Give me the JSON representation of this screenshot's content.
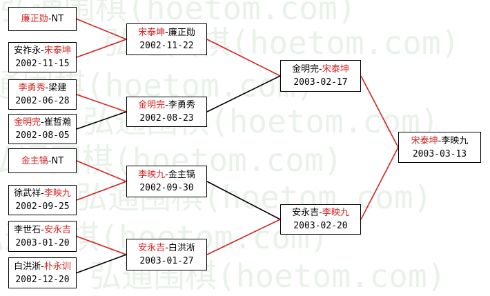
{
  "watermark": "弘通围棋(hoetom.com)",
  "colors": {
    "winner": "#d42020",
    "loser": "#000000",
    "border": "#000000"
  },
  "matches": [
    {
      "id": "r1m1",
      "pos": [
        12,
        10,
        111,
        45
      ],
      "p1": "廉正勋",
      "p2": "NT",
      "winner": 1,
      "date": "",
      "line": "red"
    },
    {
      "id": "r1m2",
      "pos": [
        12,
        61,
        111,
        105
      ],
      "p1": "安祚永",
      "p2": "宋泰坤",
      "winner": 2,
      "date": "2002-11-15",
      "line": "red"
    },
    {
      "id": "r1m3",
      "pos": [
        12,
        115,
        111,
        159
      ],
      "p1": "李勇秀",
      "p2": "梁建",
      "winner": 1,
      "date": "2002-06-28",
      "line": "red"
    },
    {
      "id": "r1m4",
      "pos": [
        12,
        165,
        111,
        209
      ],
      "p1": "金明完",
      "p2": "崔哲瀚",
      "winner": 1,
      "date": "2002-08-05",
      "line": "black"
    },
    {
      "id": "r1m5",
      "pos": [
        12,
        215,
        111,
        251
      ],
      "p1": "金主镐",
      "p2": "NT",
      "winner": 1,
      "date": "",
      "line": "red"
    },
    {
      "id": "r1m6",
      "pos": [
        12,
        268,
        111,
        312
      ],
      "p1": "徐武祥",
      "p2": "李映九",
      "winner": 2,
      "date": "2002-09-25",
      "line": "red"
    },
    {
      "id": "r1m7",
      "pos": [
        12,
        320,
        111,
        365
      ],
      "p1": "李世石",
      "p2": "安永吉",
      "winner": 2,
      "date": "2003-01-20",
      "line": "red"
    },
    {
      "id": "r1m8",
      "pos": [
        12,
        373,
        111,
        418
      ],
      "p1": "白洪淅",
      "p2": "朴永训",
      "winner": 2,
      "date": "2002-12-20",
      "line": "black"
    },
    {
      "id": "r2m1",
      "pos": [
        183,
        34,
        300,
        80
      ],
      "p1": "宋泰坤",
      "p2": "廉正勋",
      "winner": 1,
      "date": "2002-11-22",
      "line": "red"
    },
    {
      "id": "r2m2",
      "pos": [
        183,
        140,
        300,
        184
      ],
      "p1": "金明完",
      "p2": "李勇秀",
      "winner": 1,
      "date": "2002-08-23",
      "line": "black"
    },
    {
      "id": "r2m3",
      "pos": [
        183,
        240,
        300,
        286
      ],
      "p1": "李映九",
      "p2": "金主镐",
      "winner": 1,
      "date": "2002-09-30",
      "line": "black"
    },
    {
      "id": "r2m4",
      "pos": [
        183,
        346,
        300,
        392
      ],
      "p1": "安永吉",
      "p2": "白洪淅",
      "winner": 1,
      "date": "2003-01-27",
      "line": "red"
    },
    {
      "id": "r3m1",
      "pos": [
        406,
        87,
        523,
        133
      ],
      "p1": "金明完",
      "p2": "宋泰坤",
      "winner": 2,
      "date": "2003-02-17",
      "line": "red"
    },
    {
      "id": "r3m2",
      "pos": [
        406,
        296,
        523,
        340
      ],
      "p1": "安永吉",
      "p2": "李映九",
      "winner": 2,
      "date": "2003-02-20",
      "line": "red"
    },
    {
      "id": "final",
      "pos": [
        577,
        191,
        697,
        236
      ],
      "p1": "宋泰坤",
      "p2": "李映九",
      "winner": 1,
      "date": "2003-03-13",
      "line": ""
    }
  ],
  "connectors": [
    {
      "from": "r1m1",
      "to": "r2m1",
      "color": "red"
    },
    {
      "from": "r1m2",
      "to": "r2m1",
      "color": "red"
    },
    {
      "from": "r1m3",
      "to": "r2m2",
      "color": "red"
    },
    {
      "from": "r1m4",
      "to": "r2m2",
      "color": "black"
    },
    {
      "from": "r1m5",
      "to": "r2m3",
      "color": "red"
    },
    {
      "from": "r1m6",
      "to": "r2m3",
      "color": "red"
    },
    {
      "from": "r1m7",
      "to": "r2m4",
      "color": "red"
    },
    {
      "from": "r1m8",
      "to": "r2m4",
      "color": "black"
    },
    {
      "from": "r2m1",
      "to": "r3m1",
      "color": "red"
    },
    {
      "from": "r2m2",
      "to": "r3m1",
      "color": "black"
    },
    {
      "from": "r2m3",
      "to": "r3m2",
      "color": "black"
    },
    {
      "from": "r2m4",
      "to": "r3m2",
      "color": "red"
    },
    {
      "from": "r3m1",
      "to": "final",
      "color": "red"
    },
    {
      "from": "r3m2",
      "to": "final",
      "color": "red"
    }
  ]
}
